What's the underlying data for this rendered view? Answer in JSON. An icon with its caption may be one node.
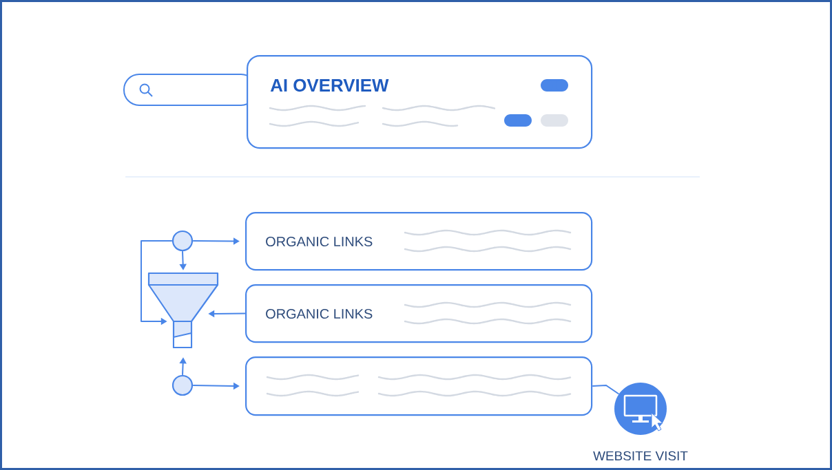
{
  "diagram": {
    "nodes": [
      {
        "text": [
          "AI OVERVIEW"
        ]
      },
      {
        "text": [
          "ORGANIC LINKS"
        ]
      },
      {
        "text": [
          "ORGANIC LINKS"
        ]
      },
      {
        "text": [],
        "shape": "box"
      },
      {
        "text": [],
        "shape": "circle"
      },
      {
        "text": [],
        "shape": "funnel"
      },
      {
        "text": [],
        "shape": "circle"
      },
      {
        "text": [],
        "shape": "circle",
        "beside": [
          "WEBSITE VISIT"
        ]
      }
    ],
    "edges": [
      {
        "from": 4,
        "to": 1,
        "arrow": "to"
      },
      {
        "from": 4,
        "to": 5,
        "arrow": "to"
      },
      {
        "from": 4,
        "to": 5,
        "arrow": "to"
      },
      {
        "from": 2,
        "to": 5,
        "arrow": "to"
      },
      {
        "from": 6,
        "to": 5,
        "arrow": "to"
      },
      {
        "from": 6,
        "to": 3,
        "arrow": "to"
      },
      {
        "from": 3,
        "to": 7,
        "arrow": "none"
      }
    ]
  }
}
